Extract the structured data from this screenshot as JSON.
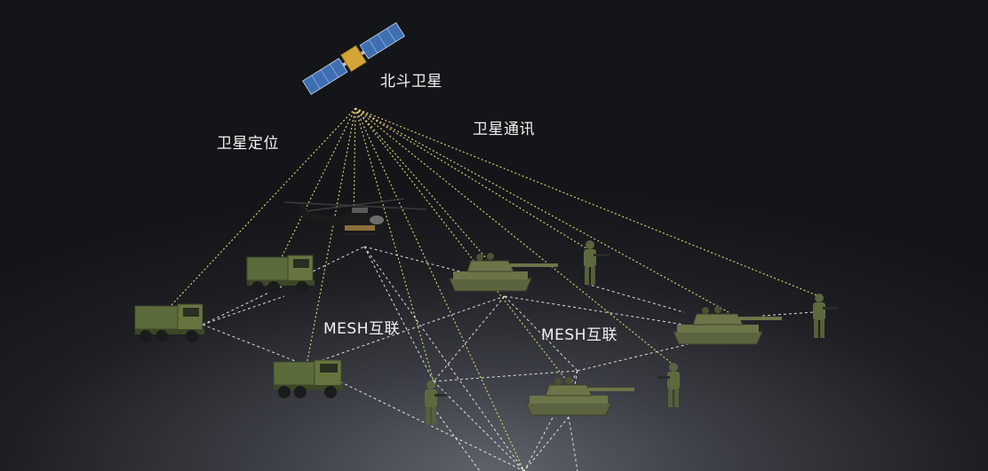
{
  "labels": {
    "satellite": "北斗卫星",
    "positioning": "卫星定位",
    "communication": "卫星通讯",
    "mesh_left": "MESH互联",
    "mesh_right": "MESH互联"
  },
  "nodes": [
    {
      "id": "satellite",
      "kind": "satellite-icon"
    },
    {
      "id": "helicopter",
      "kind": "helicopter-icon"
    },
    {
      "id": "truck-1",
      "kind": "truck-icon"
    },
    {
      "id": "truck-2",
      "kind": "truck-icon"
    },
    {
      "id": "truck-3",
      "kind": "truck-icon"
    },
    {
      "id": "tank-1",
      "kind": "tank-icon"
    },
    {
      "id": "tank-2",
      "kind": "tank-icon"
    },
    {
      "id": "tank-3",
      "kind": "tank-icon"
    },
    {
      "id": "soldier-1",
      "kind": "soldier-icon"
    },
    {
      "id": "soldier-2",
      "kind": "soldier-icon"
    },
    {
      "id": "soldier-3",
      "kind": "soldier-icon"
    },
    {
      "id": "soldier-4",
      "kind": "soldier-icon"
    }
  ],
  "colors": {
    "satellite_link": "#e8d27a",
    "mesh_link": "#ffffff",
    "vehicle_green": "#5c6b3c",
    "solar_panel": "#3f6fb3"
  }
}
